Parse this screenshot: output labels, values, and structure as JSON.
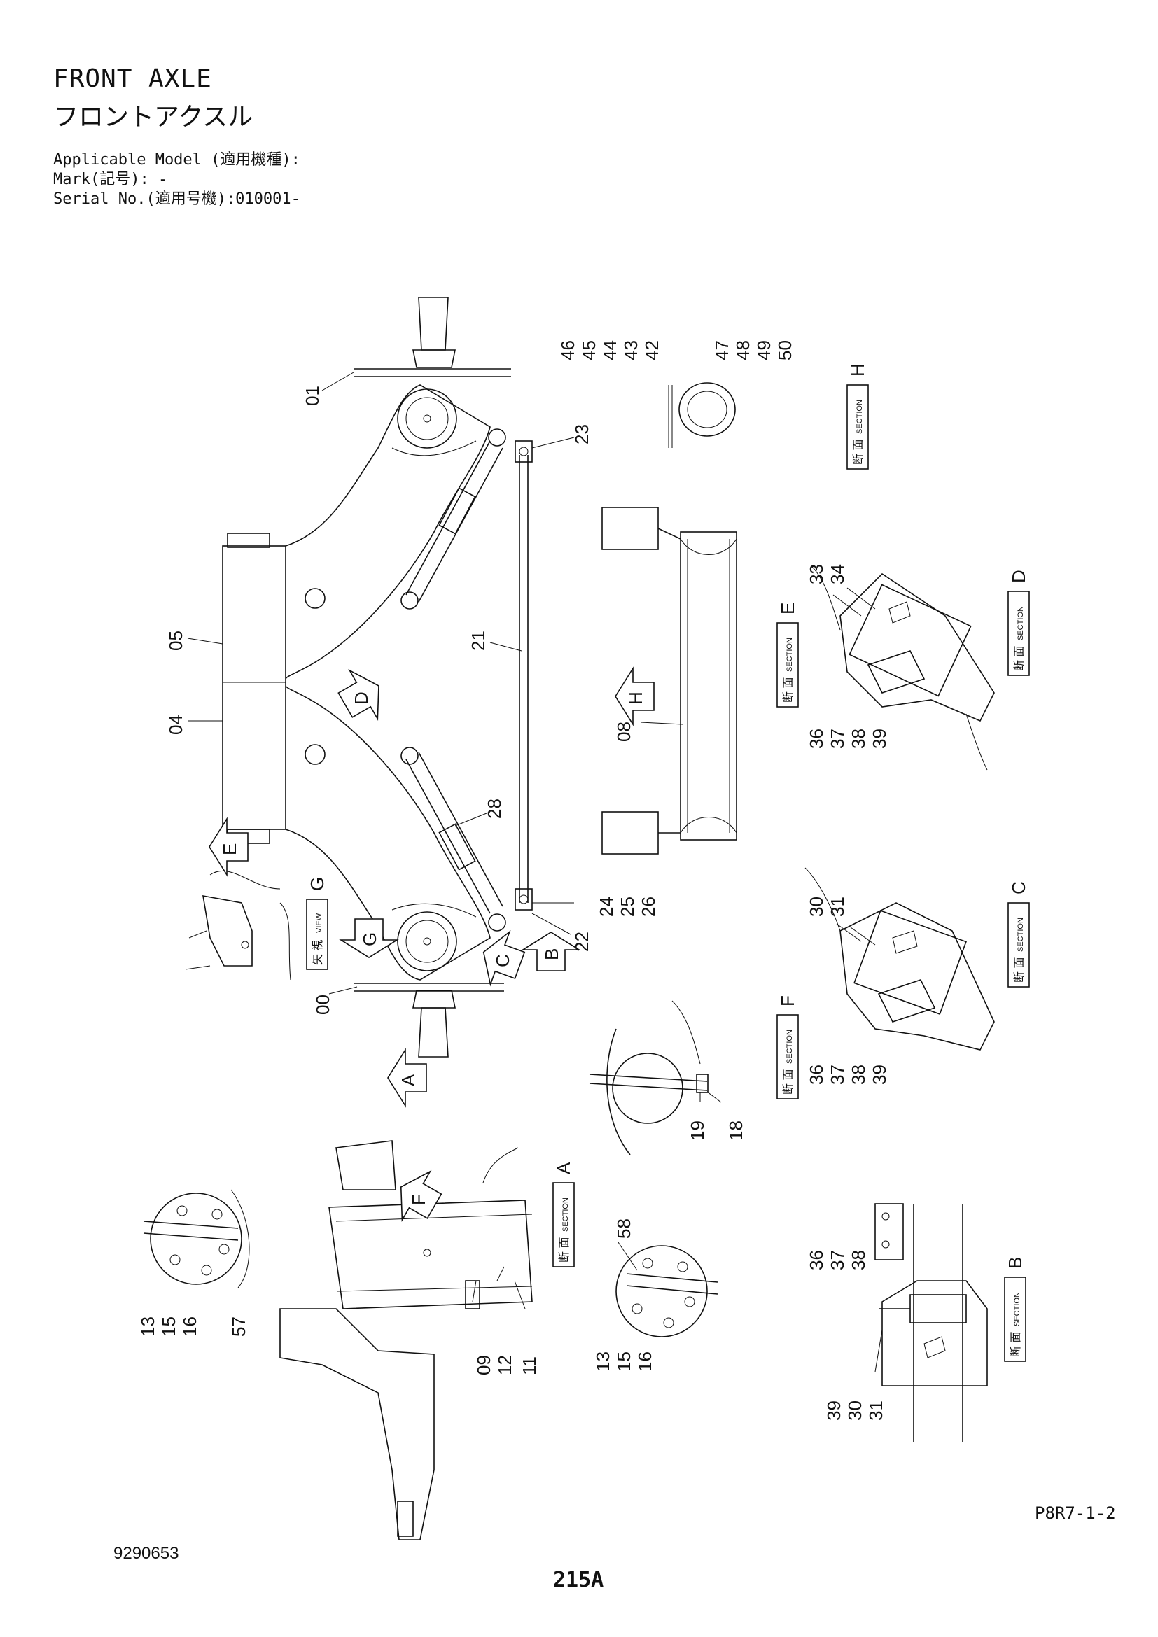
{
  "header": {
    "title_en": "FRONT AXLE",
    "title_ja": "フロントアクスル",
    "model_line": "Applicable Model (適用機種):",
    "mark_line": "Mark(記号): -",
    "serial_line": "Serial No.(適用号機):010001-"
  },
  "footer": {
    "drawing_number": "9290653",
    "page_ref": "P8R7-1-2",
    "page_number": "215A"
  },
  "section_label": {
    "kanji": "断 面",
    "word": "SECTION"
  },
  "view_label": {
    "kanji": "矢 視",
    "word": "VIEW"
  },
  "sections": {
    "H": "H",
    "E": "E",
    "D": "D",
    "C": "C",
    "F": "F",
    "A": "A",
    "B": "B",
    "G": "G"
  },
  "arrows": {
    "D": "D",
    "E": "E",
    "G": "G",
    "C": "C",
    "B": "B",
    "A": "A",
    "H": "H",
    "F": "F"
  },
  "parts": {
    "p00": "00",
    "p01": "01",
    "p04": "04",
    "p05": "05",
    "p08": "08",
    "p09": "09",
    "p11": "11",
    "p12": "12",
    "p13a": "13",
    "p15a": "15",
    "p16a": "16",
    "p57": "57",
    "p13b": "13",
    "p15b": "15",
    "p16b": "16",
    "p58": "58",
    "p18": "18",
    "p19": "19",
    "p21": "21",
    "p22": "22",
    "p23": "23",
    "p24": "24",
    "p25": "25",
    "p26": "26",
    "p28": "28",
    "p30c": "30",
    "p31c": "31",
    "p30b": "30",
    "p31b": "31",
    "p33": "33",
    "p34": "34",
    "p36d": "36",
    "p37d": "37",
    "p38d": "38",
    "p39d": "39",
    "p36c": "36",
    "p37c": "37",
    "p38c": "38",
    "p39c": "39",
    "p36b": "36",
    "p37b": "37",
    "p38b": "38",
    "p39b": "39",
    "p42": "42",
    "p43": "43",
    "p44": "44",
    "p45": "45",
    "p46": "46",
    "p47": "47",
    "p48": "48",
    "p49": "49",
    "p50": "50"
  }
}
